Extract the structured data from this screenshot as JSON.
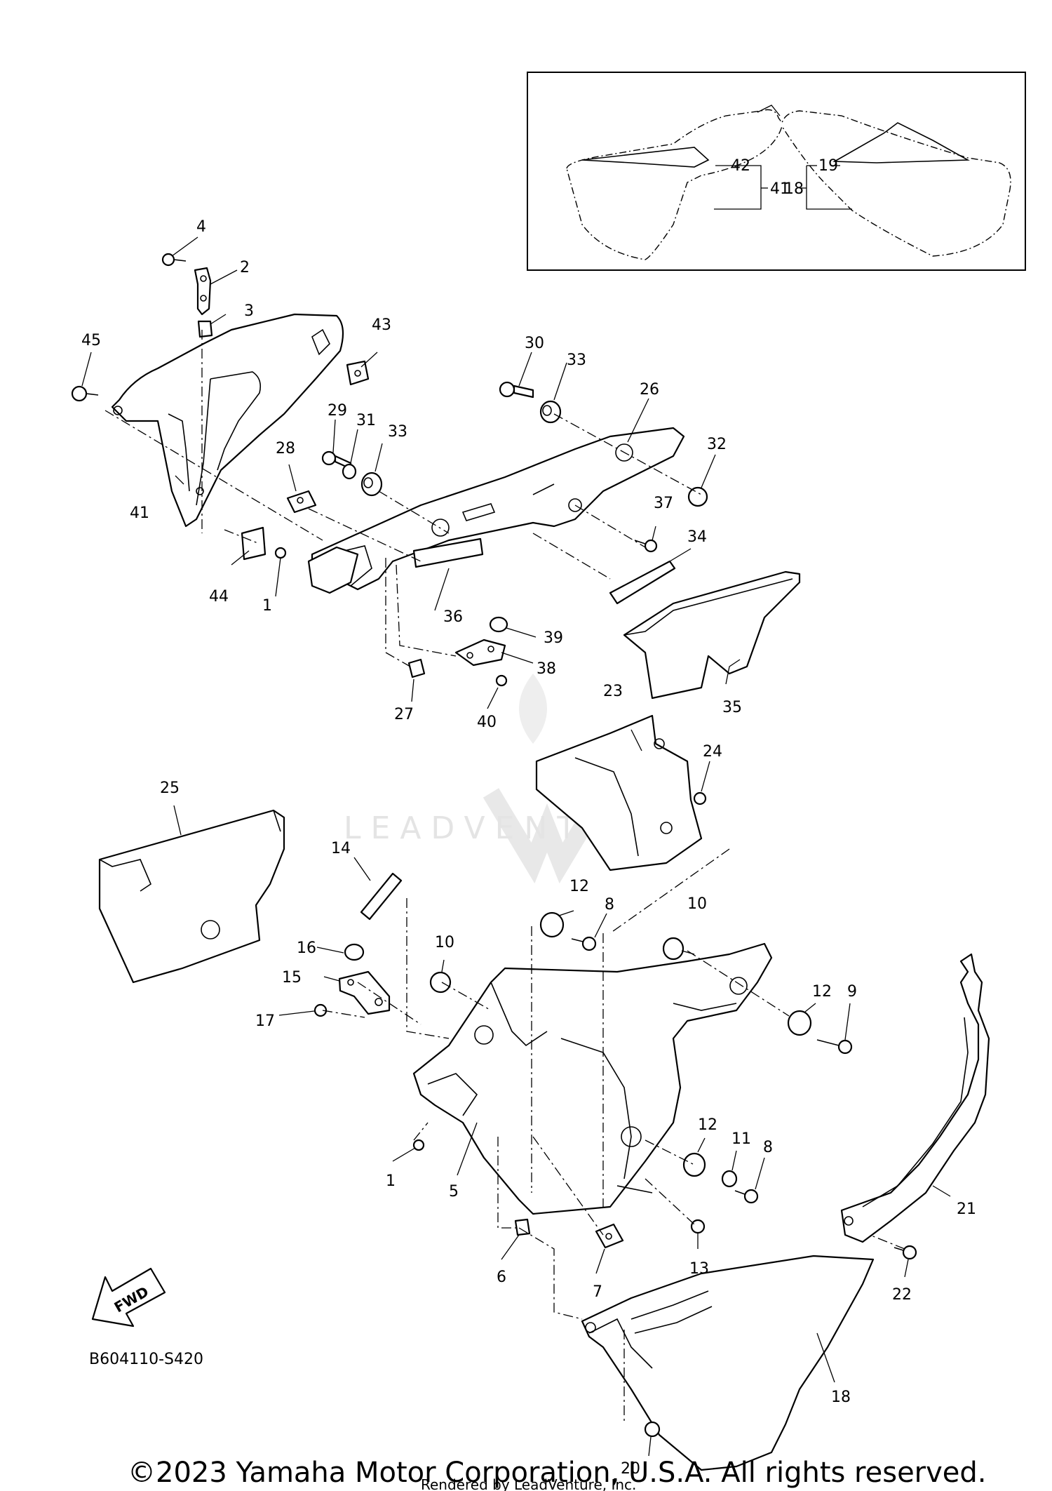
{
  "diagram_code": "B604110-S420",
  "watermark": "LEADVENTURE",
  "copyright": "©2023 Yamaha Motor Corporation, U.S.A. All rights reserved.",
  "rendered_by": "Rendered by LeadVenture, Inc.",
  "fwd_label": "FWD",
  "part_labels": [
    {
      "id": "4",
      "text": "4"
    },
    {
      "id": "2",
      "text": "2"
    },
    {
      "id": "3",
      "text": "3"
    },
    {
      "id": "45",
      "text": "45"
    },
    {
      "id": "43",
      "text": "43"
    },
    {
      "id": "41",
      "text": "41"
    },
    {
      "id": "29",
      "text": "29"
    },
    {
      "id": "31",
      "text": "31"
    },
    {
      "id": "33a",
      "text": "33"
    },
    {
      "id": "28",
      "text": "28"
    },
    {
      "id": "30",
      "text": "30"
    },
    {
      "id": "33b",
      "text": "33"
    },
    {
      "id": "26",
      "text": "26"
    },
    {
      "id": "32",
      "text": "32"
    },
    {
      "id": "37",
      "text": "37"
    },
    {
      "id": "34",
      "text": "34"
    },
    {
      "id": "44",
      "text": "44"
    },
    {
      "id": "1a",
      "text": "1"
    },
    {
      "id": "36",
      "text": "36"
    },
    {
      "id": "39",
      "text": "39"
    },
    {
      "id": "38",
      "text": "38"
    },
    {
      "id": "27",
      "text": "27"
    },
    {
      "id": "40",
      "text": "40"
    },
    {
      "id": "35",
      "text": "35"
    },
    {
      "id": "23",
      "text": "23"
    },
    {
      "id": "24",
      "text": "24"
    },
    {
      "id": "25",
      "text": "25"
    },
    {
      "id": "14",
      "text": "14"
    },
    {
      "id": "12a",
      "text": "12"
    },
    {
      "id": "8a",
      "text": "8"
    },
    {
      "id": "10a",
      "text": "10"
    },
    {
      "id": "10b",
      "text": "10"
    },
    {
      "id": "16",
      "text": "16"
    },
    {
      "id": "15",
      "text": "15"
    },
    {
      "id": "17",
      "text": "17"
    },
    {
      "id": "12b",
      "text": "12"
    },
    {
      "id": "9",
      "text": "9"
    },
    {
      "id": "12c",
      "text": "12"
    },
    {
      "id": "11",
      "text": "11"
    },
    {
      "id": "8b",
      "text": "8"
    },
    {
      "id": "1b",
      "text": "1"
    },
    {
      "id": "5",
      "text": "5"
    },
    {
      "id": "21",
      "text": "21"
    },
    {
      "id": "13",
      "text": "13"
    },
    {
      "id": "6",
      "text": "6"
    },
    {
      "id": "7",
      "text": "7"
    },
    {
      "id": "22",
      "text": "22"
    },
    {
      "id": "18",
      "text": "18"
    },
    {
      "id": "20",
      "text": "20"
    }
  ],
  "inset_labels": {
    "n42": "42",
    "n41": "41",
    "n18": "18",
    "n19": "19"
  }
}
